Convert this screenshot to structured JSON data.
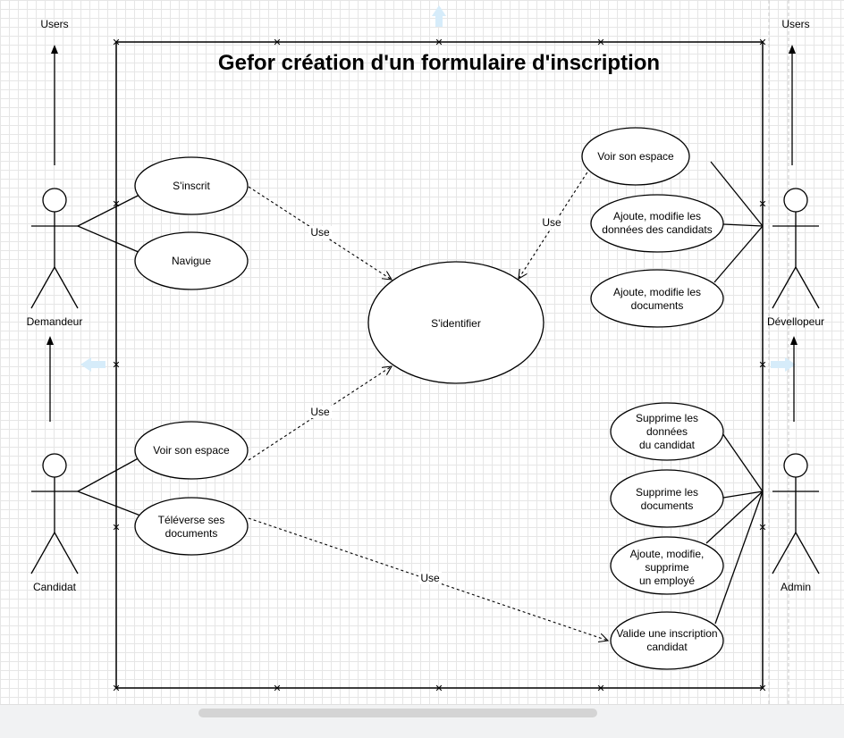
{
  "diagram": {
    "title": "Gefor création d'un formulaire d'inscription",
    "actors": {
      "demandeur": {
        "name": "Demandeur",
        "generalization": "Users"
      },
      "candidat": {
        "name": "Candidat"
      },
      "developpeur": {
        "name": "Dévellopeur",
        "generalization": "Users"
      },
      "admin": {
        "name": "Admin"
      }
    },
    "use_cases": {
      "sinscrit": [
        "S'inscrit"
      ],
      "navigue": [
        "Navigue"
      ],
      "sidentifier": [
        "S'identifier"
      ],
      "voir_espace_dev": [
        "Voir son espace"
      ],
      "ajoute_donnees": [
        "Ajoute, modifie les",
        "données des candidats"
      ],
      "ajoute_documents": [
        "Ajoute, modifie les",
        "documents"
      ],
      "voir_espace_cand": [
        "Voir son espace"
      ],
      "televerse": [
        "Téléverse ses",
        "documents"
      ],
      "supprime_donnees": [
        "Supprime les",
        "données",
        "du candidat"
      ],
      "supprime_documents": [
        "Supprime les",
        "documents"
      ],
      "ajoute_employe": [
        "Ajoute, modifie,",
        "supprime",
        "un employé"
      ],
      "valide_inscription": [
        "Valide une inscription",
        "candidat"
      ]
    },
    "dependency_label": "Use"
  },
  "colors": {
    "handle": "#29b6f2",
    "grid": "#e6e6e6",
    "stroke": "#000000"
  }
}
